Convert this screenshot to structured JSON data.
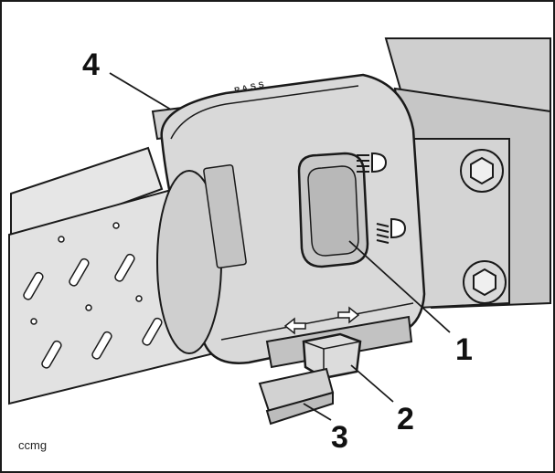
{
  "callouts": [
    {
      "id": "1",
      "label": "1"
    },
    {
      "id": "2",
      "label": "2"
    },
    {
      "id": "3",
      "label": "3"
    },
    {
      "id": "4",
      "label": "4"
    }
  ],
  "switch_label": "PASS",
  "credit": "ccmg",
  "colors": {
    "line": "#1a1a1a",
    "body": "#d9d9d9",
    "body_dark": "#bdbdbd",
    "grip": "#e2e2e2"
  },
  "icons": [
    "high-beam-icon",
    "low-beam-icon",
    "turn-left-arrow-icon",
    "turn-right-arrow-icon"
  ]
}
